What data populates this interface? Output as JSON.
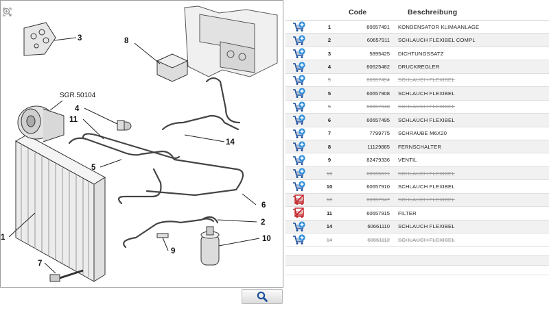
{
  "diagram": {
    "ref_label": "SGR.50104",
    "callouts": [
      "1",
      "2",
      "3",
      "4",
      "5",
      "6",
      "7",
      "8",
      "9",
      "10",
      "11",
      "14"
    ]
  },
  "table": {
    "headers": {
      "code": "Code",
      "desc": "Beschreibung"
    },
    "rows": [
      {
        "num": "1",
        "code": "60657491",
        "desc": "KONDENSATOR KLIMAANLAGE",
        "available": true
      },
      {
        "num": "2",
        "code": "60657911",
        "desc": "SCHLAUCH FLEXIBEL COMPL",
        "available": true
      },
      {
        "num": "3",
        "code": "5895425",
        "desc": "DICHTUNGSSATZ",
        "available": true
      },
      {
        "num": "4",
        "code": "60625482",
        "desc": "DRUCKREGLER",
        "available": true
      },
      {
        "num": "5",
        "code": "60657494",
        "desc": "SCHLAUCH FLEXIBEL",
        "available": false
      },
      {
        "num": "5",
        "code": "60657908",
        "desc": "SCHLAUCH FLEXIBEL",
        "available": true
      },
      {
        "num": "5",
        "code": "60657948",
        "desc": "SCHLAUCH FLEXIBEL",
        "available": false
      },
      {
        "num": "6",
        "code": "60657495",
        "desc": "SCHLAUCH FLEXIBEL",
        "available": true
      },
      {
        "num": "7",
        "code": "7799775",
        "desc": "SCHRAUBE M6X20",
        "available": true
      },
      {
        "num": "8",
        "code": "11129885",
        "desc": "FERNSCHALTER",
        "available": true
      },
      {
        "num": "9",
        "code": "82479336",
        "desc": "VENTIL",
        "available": true
      },
      {
        "num": "10",
        "code": "60665071",
        "desc": "SCHLAUCH FLEXIBEL",
        "available": false
      },
      {
        "num": "10",
        "code": "60657910",
        "desc": "SCHLAUCH FLEXIBEL",
        "available": true
      },
      {
        "num": "10",
        "code": "60657947",
        "desc": "SCHLAUCH FLEXIBEL",
        "available": false,
        "cart_disabled": true
      },
      {
        "num": "11",
        "code": "60657915",
        "desc": "FILTER",
        "available": true,
        "cart_disabled": true
      },
      {
        "num": "14",
        "code": "60661110",
        "desc": "SCHLAUCH FLEXIBEL",
        "available": true
      },
      {
        "num": "14",
        "code": "60661112",
        "desc": "SCHLAUCH FLEXIBEL",
        "available": false
      }
    ]
  },
  "colors": {
    "cart_blue": "#1d4f9c",
    "cart_plus": "#2f8fdc",
    "cart_disabled": "#c2262b",
    "struck_text": "#9a9a9a",
    "row_alt": "#f1f1f1"
  },
  "icons": {
    "add_to_cart": "cart-plus-icon",
    "not_available": "cart-disabled-icon",
    "search": "magnifier-icon"
  }
}
